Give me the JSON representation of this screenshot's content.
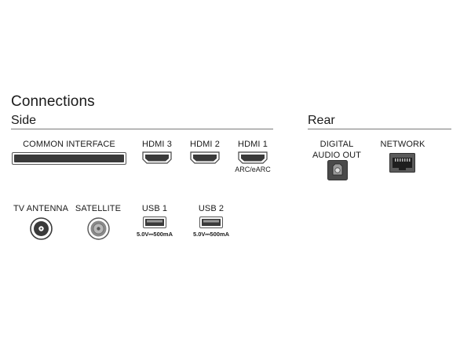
{
  "title": "Connections",
  "sections": {
    "side": "Side",
    "rear": "Rear"
  },
  "ports": {
    "common_interface": {
      "label": "COMMON INTERFACE"
    },
    "hdmi3": {
      "label": "HDMI 3"
    },
    "hdmi2": {
      "label": "HDMI 2"
    },
    "hdmi1": {
      "label": "HDMI 1",
      "note": "ARC/eARC"
    },
    "tv_antenna": {
      "label": "TV ANTENNA"
    },
    "satellite": {
      "label": "SATELLITE"
    },
    "usb1": {
      "label": "USB 1",
      "note": "5.0V⎓500mA"
    },
    "usb2": {
      "label": "USB 2",
      "note": "5.0V⎓500mA"
    },
    "digital_audio_out": {
      "label_line1": "DIGITAL",
      "label_line2": "AUDIO OUT"
    },
    "network": {
      "label": "NETWORK"
    }
  },
  "colors": {
    "port_dark": "#3a3a3a",
    "port_mid": "#8a8a8a",
    "rule": "#7a7a7a"
  }
}
